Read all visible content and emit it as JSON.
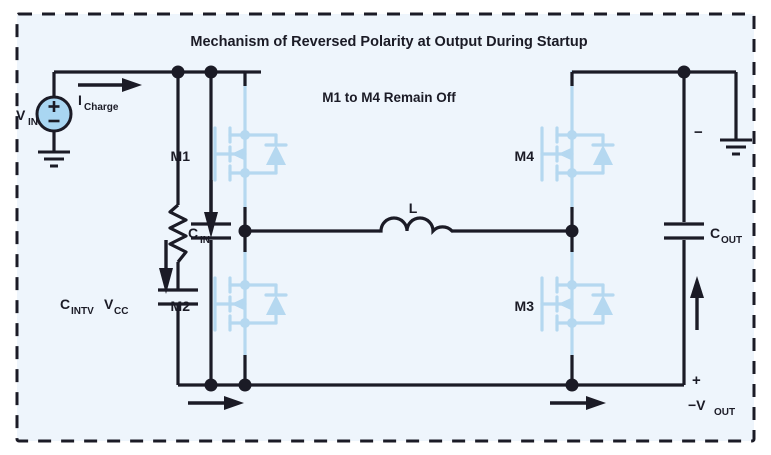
{
  "figure": {
    "title": "Mechanism of Reversed Polarity at Output During Startup",
    "note": "M1 to M4 Remain Off",
    "background_color": "#eef5fc",
    "border_color": "#1b1b26",
    "wire_color": "#1b1b26",
    "device_color": "#b5d8f0",
    "source_fill": "#a9d6f2",
    "text_color": "#1b1b26"
  },
  "labels": {
    "vin": "V",
    "vin_sub": "IN",
    "icharge": "I",
    "icharge_sub": "Charge",
    "m1": "M1",
    "m2": "M2",
    "m3": "M3",
    "m4": "M4",
    "inductor": "L",
    "cin": "C",
    "cin_sub": "IN",
    "cintvcc": "C",
    "cintvcc_sub1": "INTV",
    "cintvcc_sub2": "CC",
    "cout": "C",
    "cout_sub": "OUT",
    "vout_minus": "−V",
    "vout_sub": "OUT",
    "plus_sign": "+",
    "minus_sign": "−",
    "source_plus": "+",
    "source_minus": "−"
  },
  "components": [
    {
      "name": "voltage-source-vin",
      "type": "dc-source",
      "label": "V_IN"
    },
    {
      "name": "resistor-r1",
      "type": "resistor",
      "label": ""
    },
    {
      "name": "capacitor-cintvcc",
      "type": "capacitor",
      "label": "C_INTVCC"
    },
    {
      "name": "capacitor-cin",
      "type": "capacitor",
      "label": "C_IN"
    },
    {
      "name": "mosfet-m1",
      "type": "mosfet",
      "label": "M1",
      "state": "off"
    },
    {
      "name": "mosfet-m2",
      "type": "mosfet",
      "label": "M2",
      "state": "off"
    },
    {
      "name": "mosfet-m3",
      "type": "mosfet",
      "label": "M3",
      "state": "off"
    },
    {
      "name": "mosfet-m4",
      "type": "mosfet",
      "label": "M4",
      "state": "off"
    },
    {
      "name": "inductor-l",
      "type": "inductor",
      "label": "L"
    },
    {
      "name": "capacitor-cout",
      "type": "capacitor",
      "label": "C_OUT"
    },
    {
      "name": "ground-input",
      "type": "ground",
      "label": ""
    },
    {
      "name": "ground-output",
      "type": "ground",
      "label": ""
    }
  ],
  "current_arrows": [
    {
      "name": "arrow-icharge",
      "label": "I_Charge",
      "direction": "right"
    },
    {
      "name": "arrow-cin-branch",
      "label": "",
      "direction": "down"
    },
    {
      "name": "arrow-cintvcc-branch",
      "label": "",
      "direction": "down"
    },
    {
      "name": "arrow-bottom-left",
      "label": "",
      "direction": "right"
    },
    {
      "name": "arrow-bottom-right",
      "label": "",
      "direction": "right"
    },
    {
      "name": "arrow-cout-branch",
      "label": "",
      "direction": "up"
    }
  ]
}
